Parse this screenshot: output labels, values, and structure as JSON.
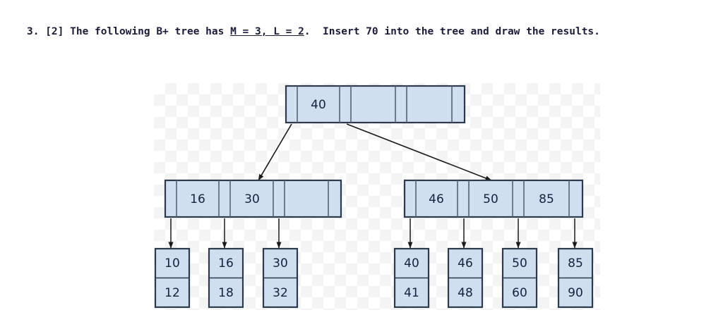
{
  "question": {
    "number": "3.",
    "points": "[2]",
    "text_before": "3. [2] The following B+ tree has ",
    "underlined": "M = 3, L = 2",
    "text_after": ".  Insert 70 into the tree and draw the results.",
    "full_text": "3. [2] The following B+ tree has M = 3, L = 2.  Insert 70 into the tree and draw the results.",
    "insert_key": "70",
    "M": "3",
    "L": "2"
  },
  "colors": {
    "node_fill": "#cfdfef",
    "node_stroke": "#2b3a4d",
    "cell_divider": "#52627a",
    "arrow": "#1a1a1a",
    "text": "#15223c",
    "page_bg": "#ffffff",
    "checker": "#f4f4f4"
  },
  "tree": {
    "type": "b-plus-tree",
    "root": {
      "label": "root-node",
      "keys": [
        "40",
        "",
        ""
      ],
      "pointer_count": 4,
      "occupied_keys": 1
    },
    "internal_nodes": [
      {
        "label": "internal-node-left",
        "keys": [
          "16",
          "30",
          ""
        ],
        "pointer_count": 4,
        "occupied_keys": 2
      },
      {
        "label": "internal-node-right",
        "keys": [
          "46",
          "50",
          "85"
        ],
        "pointer_count": 4,
        "occupied_keys": 3
      }
    ],
    "leaves": [
      {
        "label": "leaf-1",
        "values": [
          "10",
          "12"
        ]
      },
      {
        "label": "leaf-2",
        "values": [
          "16",
          "18"
        ]
      },
      {
        "label": "leaf-3",
        "values": [
          "30",
          "32"
        ]
      },
      {
        "label": "leaf-4",
        "values": [
          "40",
          "41"
        ]
      },
      {
        "label": "leaf-5",
        "values": [
          "46",
          "48"
        ]
      },
      {
        "label": "leaf-6",
        "values": [
          "50",
          "60"
        ]
      },
      {
        "label": "leaf-7",
        "values": [
          "85",
          "90"
        ]
      }
    ]
  }
}
